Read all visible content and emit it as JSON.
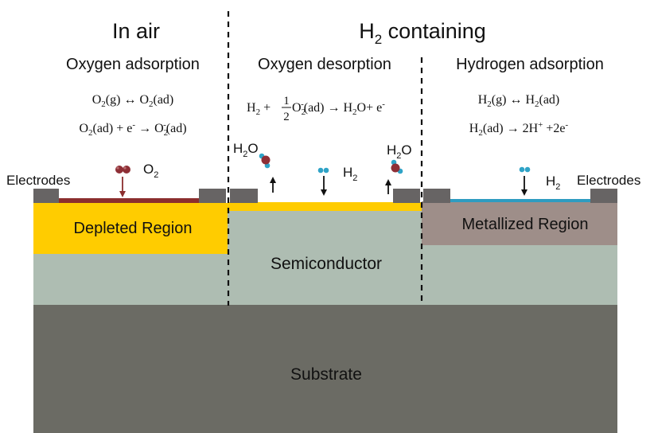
{
  "headings": {
    "air": "In air",
    "h2_prefix": "H",
    "h2_sub": "2",
    "h2_rest": " containing"
  },
  "processes": {
    "oxygen_adsorption": "Oxygen adsorption",
    "oxygen_desorption": "Oxygen desorption",
    "hydrogen_adsorption": "Hydrogen adsorption"
  },
  "layers": {
    "depleted": "Depleted Region",
    "metallized": "Metallized Region",
    "semiconductor": "Semiconductor",
    "substrate": "Substrate"
  },
  "labels": {
    "electrodes_left": "Electrodes",
    "electrodes_right": "Electrodes"
  },
  "molecules": {
    "o2": {
      "base": "O",
      "sub": "2"
    },
    "h2_mid": {
      "base": "H",
      "sub": "2"
    },
    "h2_right": {
      "base": "H",
      "sub": "2"
    },
    "h2o_left": {
      "a": "H",
      "sub": "2",
      "b": "O"
    },
    "h2o_right": {
      "a": "H",
      "sub": "2",
      "b": "O"
    }
  },
  "equations": {
    "eq1": {
      "a": "O",
      "a_sub": "2",
      "a_rest": "(g) ↔ O",
      "b_sub": "2",
      "b_rest": "(ad)"
    },
    "eq2": {
      "a": "O",
      "a_sub": "2",
      "a_rest": "(ad) + e",
      "a_sup": "-",
      "arrow": " → O",
      "b_sub": "2",
      "b_sup": "-",
      "b_rest": "(ad)"
    },
    "eq3": {
      "h": "H",
      "h_sub": "2",
      "plus": " + ",
      "num": "1",
      "den": "2",
      "o": " O",
      "o_sub": "2",
      "o_sup": "-",
      "rest": "(ad) → H",
      "w_sub": "2",
      "w_rest": "O+ e",
      "e_sup": "-"
    },
    "eq4": {
      "a": "H",
      "a_sub": "2",
      "a_rest": "(g) ↔ H",
      "b_sub": "2",
      "b_rest": "(ad)"
    },
    "eq5": {
      "a": "H",
      "a_sub": "2",
      "a_rest": "(ad) → 2H",
      "plus_sup": "+",
      "mid": " +2e",
      "e_sup": "-"
    }
  },
  "colors": {
    "depleted": "#FFCC00",
    "metallized": "#9E8E89",
    "semiconductor": "#AEBDB2",
    "substrate": "#6B6B64",
    "electrode": "#676464",
    "oxygen_layer": "#8B2E2E",
    "hydrogen_layer": "#2E9CC0",
    "oxygen_atom": "#8E2F36",
    "hydrogen_atom": "#2FA3C7"
  }
}
